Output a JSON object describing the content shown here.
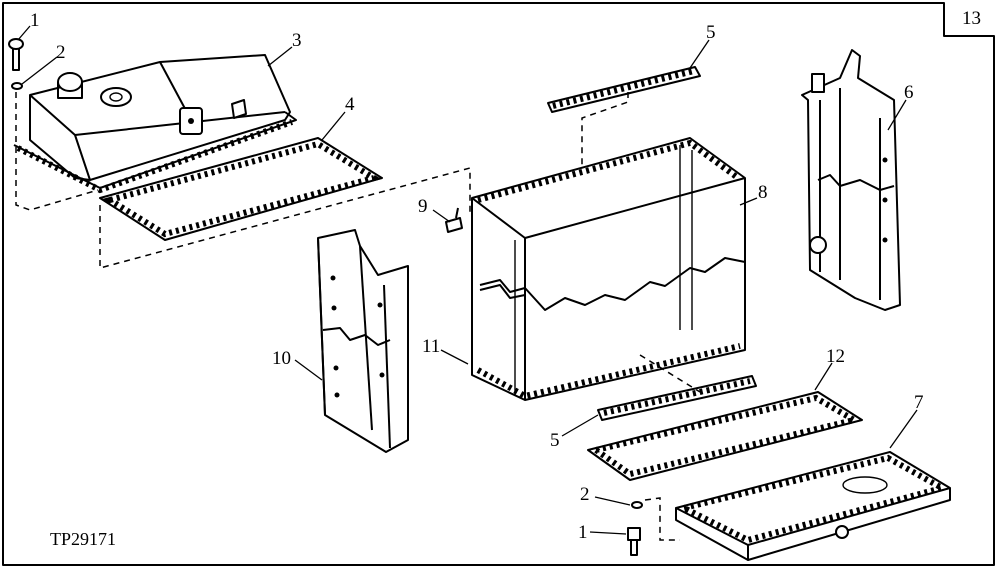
{
  "figure": {
    "id_text": "TP29171",
    "corner_label": "13"
  },
  "callouts": [
    {
      "key": "c1a",
      "text": "1"
    },
    {
      "key": "c2a",
      "text": "2"
    },
    {
      "key": "c3",
      "text": "3"
    },
    {
      "key": "c4",
      "text": "4"
    },
    {
      "key": "c5a",
      "text": "5"
    },
    {
      "key": "c6",
      "text": "6"
    },
    {
      "key": "c7",
      "text": "7"
    },
    {
      "key": "c8",
      "text": "8"
    },
    {
      "key": "c9",
      "text": "9"
    },
    {
      "key": "c10",
      "text": "10"
    },
    {
      "key": "c11",
      "text": "11"
    },
    {
      "key": "c12",
      "text": "12"
    },
    {
      "key": "c5b",
      "text": "5"
    },
    {
      "key": "c2b",
      "text": "2"
    },
    {
      "key": "c1b",
      "text": "1"
    }
  ]
}
